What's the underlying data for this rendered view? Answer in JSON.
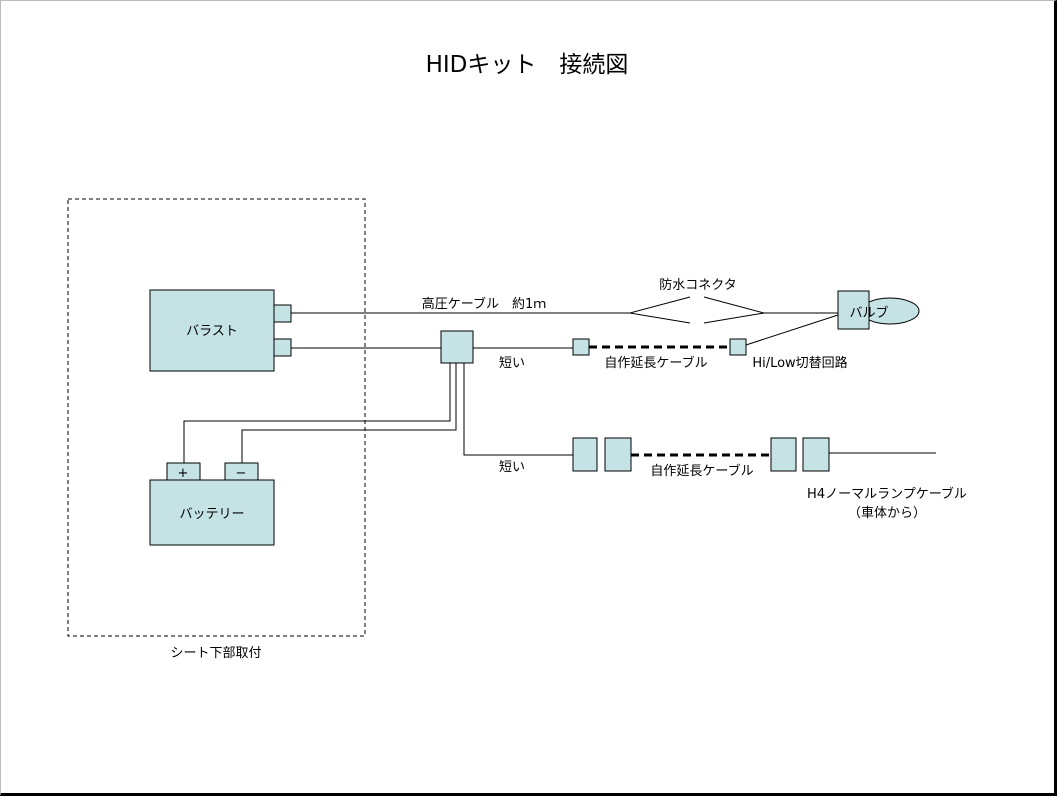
{
  "title": "HIDキット　接続図",
  "labels": {
    "ballast": "バラスト",
    "battery": "バッテリー",
    "plus": "+",
    "minus": "−",
    "bulb": "バルブ",
    "high_voltage_cable": "高圧ケーブル　約1ｍ",
    "waterproof_connector": "防水コネクタ",
    "short_1": "短い",
    "short_2": "短い",
    "extension_cable_1": "自作延長ケーブル",
    "extension_cable_2": "自作延長ケーブル",
    "hi_low_circuit": "Hi/Low切替回路",
    "h4_cable_line1": "H4ノーマルランプケーブル",
    "h4_cable_line2": "（車体から）",
    "under_seat": "シート下部取付"
  },
  "colors": {
    "component_fill": "#c5e3e5",
    "stroke": "#000000",
    "background": "#ffffff"
  }
}
